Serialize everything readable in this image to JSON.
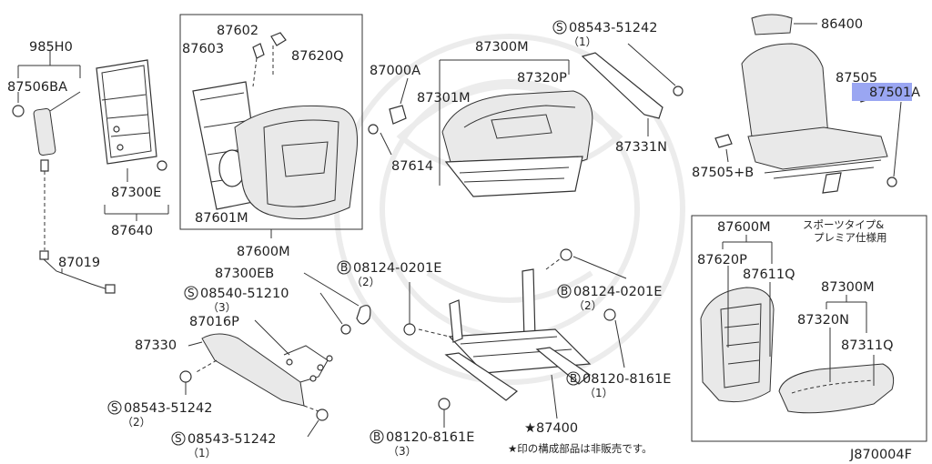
{
  "labels": {
    "p985H0": "985H0",
    "p87506BA": "87506BA",
    "p87019": "87019",
    "p87300E": "87300E",
    "p87640": "87640",
    "p87602": "87602",
    "p87603": "87603",
    "p87620Q": "87620Q",
    "p87601M": "87601M",
    "p87600M": "87600M",
    "p87000A": "87000A",
    "p87614": "87614",
    "p87300M": "87300M",
    "p87301M": "87301M",
    "p87320P": "87320P",
    "s08543_51242_top": "08543-51242",
    "q1_top": "（1）",
    "p87331N": "87331N",
    "p86400": "86400",
    "p87505": "87505",
    "p87501A": "87501A",
    "p87505B": "87505+B",
    "p87300EB": "87300EB",
    "s08540_51210": "08540-51210",
    "q3_a": "（3）",
    "p87016P": "87016P",
    "p87330": "87330",
    "s08543_51242_mid": "08543-51242",
    "q2_a": "（2）",
    "s08543_51242_bot": "08543-51242",
    "q1_bot": "（1）",
    "b08124_0201E_l": "08124-0201E",
    "q2_b": "（2）",
    "b08124_0201E_r": "08124-0201E",
    "q2_c": "（2）",
    "b08120_8161E_r": "08120-8161E",
    "q1_c": "（1）",
    "b08120_8161E_b": "08120-8161E",
    "q3_b": "（3）",
    "p87400": "★87400",
    "note": "★印の構成部品は非販売です。",
    "inset_p87600M": "87600M",
    "inset_title_1": "スポーツタイプ&",
    "inset_title_2": "プレミア仕様用",
    "inset_p87620P": "87620P",
    "inset_p87611Q": "87611Q",
    "inset_p87300M": "87300M",
    "inset_p87320N": "87320N",
    "inset_p87311Q": "87311Q",
    "drawing_code": "J870004F",
    "S": "S",
    "B": "B"
  },
  "highlight_color": "#9aa6f2"
}
